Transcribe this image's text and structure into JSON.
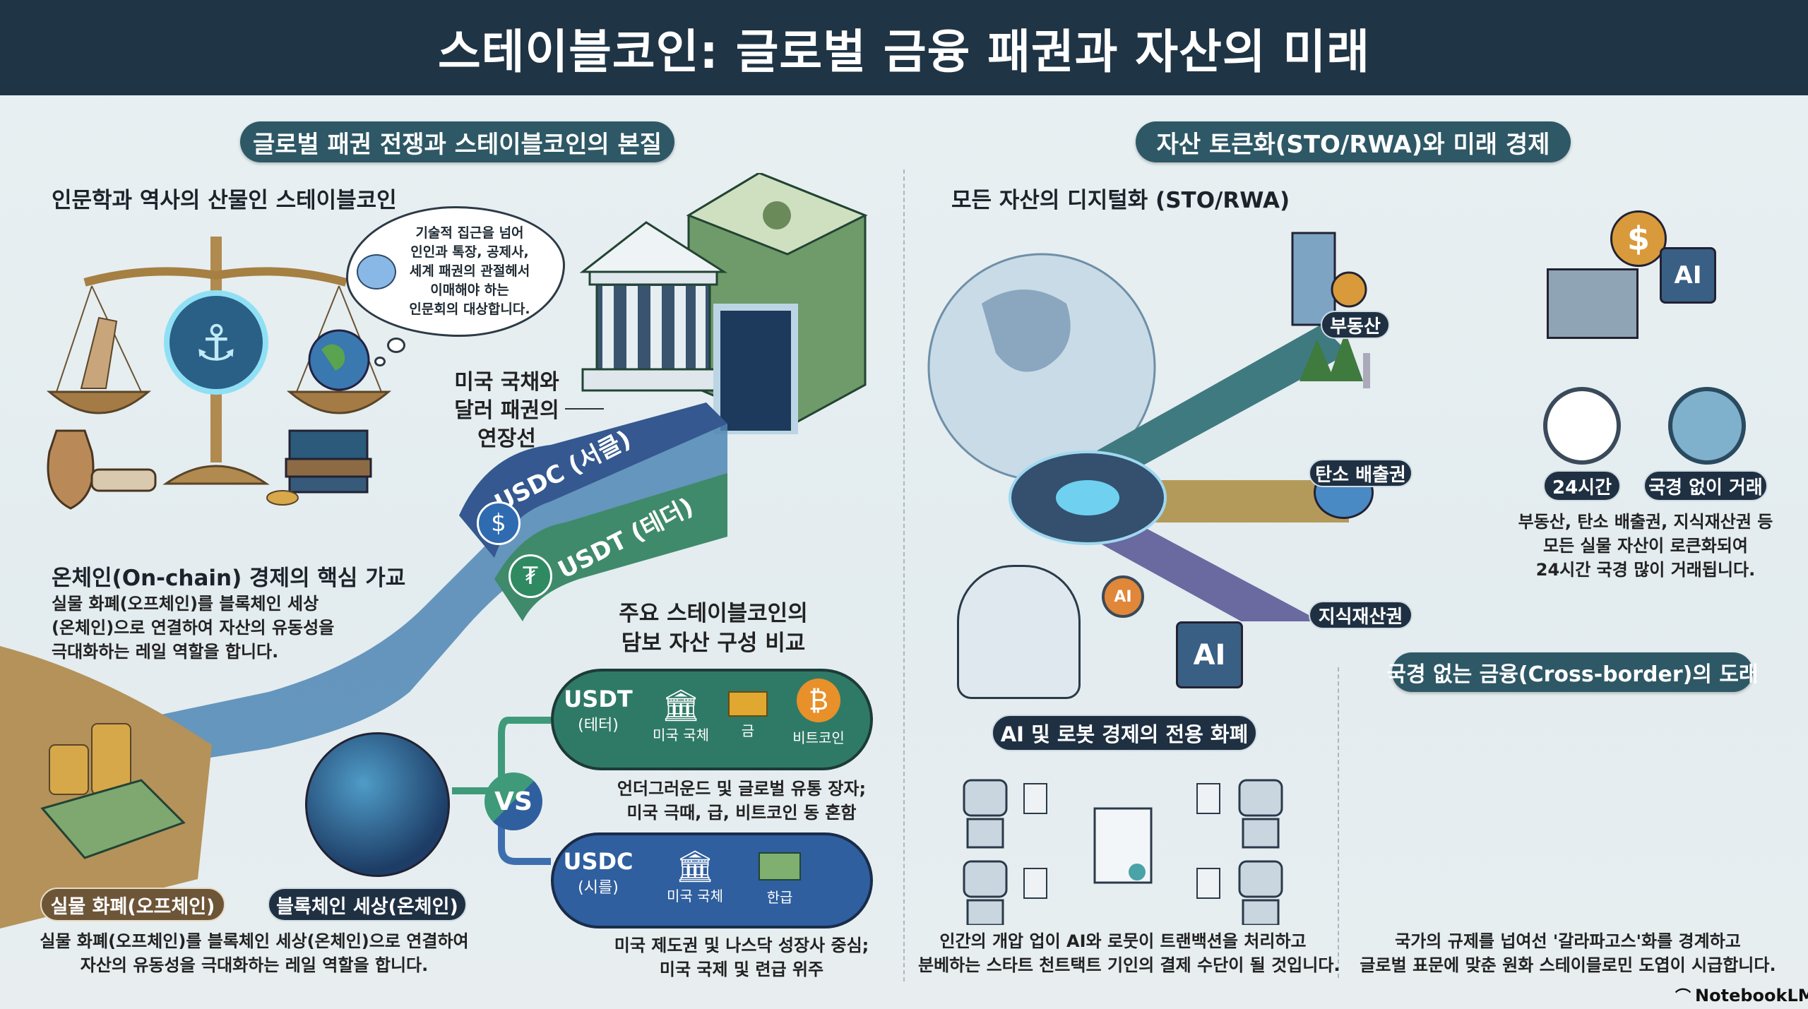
{
  "header": {
    "title": "스테이블코인: 글로벌 금융 패권과 자산의 미래"
  },
  "left": {
    "section_title": "글로벌 패권 전쟁과 스테이블코인의 본질",
    "humanities": {
      "title": "인문학과 역사의 산물인 스테이블코인",
      "bubble_lines": [
        "기술적 집근을 넘어",
        "인인과 톡장, 공제사,",
        "세계 패권의 관절헤서",
        "이매해야 하는",
        "인문회의 대상합니다."
      ]
    },
    "dollar_lines": [
      "미국 국채와",
      "달러 패권의",
      "연장선"
    ],
    "paths": {
      "usdc": "USDC (서클)",
      "usdt": "USDT (테더)"
    },
    "onchain": {
      "title": "온체인(On-chain) 경제의 핵심 가교",
      "desc_lines": [
        "실물 화폐(오프체인)를 블록체인 세상",
        "(온체인)으로 연결하여 자산의 유동성을",
        "극대화하는 레일 역할을 합니다."
      ]
    },
    "labels": {
      "offchain": "실물 화폐(오프체인)",
      "onchain": "블록체인 세상(온체인)"
    },
    "bottom_lines": [
      "실물 화폐(오프체인)를 블록체인 세상(온체인)으로 연결하여",
      "자산의 유동성을 극대화하는 레일 역할을 합니다."
    ],
    "comparison": {
      "title_lines": [
        "주요 스테이블코인의",
        "담보 자산 구성 비교"
      ],
      "vs": "VS",
      "usdt": {
        "name": "USDT",
        "sub": "(테터)",
        "assets": [
          "미국 국체",
          "금",
          "비트코인"
        ],
        "color": "#2f7a66",
        "desc_lines": [
          "언더그러운드 및 글로벌 유통 장자;",
          "미국 극때, 급, 비트코인 동 혼함"
        ]
      },
      "usdc": {
        "name": "USDC",
        "sub": "(시를)",
        "assets": [
          "미국 국체",
          "한급"
        ],
        "color": "#2f5f9e",
        "desc_lines": [
          "미국 제도권 및 나스닥 성장사 중심;",
          "미국 국제 및 련급 위주"
        ]
      }
    }
  },
  "right": {
    "section_title": "자산 토큰화(STO/RWA)와 미래 경제",
    "digital": {
      "title": "모든 자산의 디지털화 (STO/RWA)",
      "branches": [
        "부동산",
        "탄소 배출권",
        "지식재산권"
      ]
    },
    "chip_label": "AI",
    "coin_symbol": "$",
    "features": [
      "24시간",
      "국경 없이 거래"
    ],
    "features_desc_lines": [
      "부동산, 탄소 배출권, 지식재산권 등",
      "모든 실물 자산이 로큰화되여",
      "24시간 국경 많이 거래됩니다."
    ],
    "ai_economy": {
      "title": "AI 및 로봇 경제의 전용 화폐",
      "bottom_lines": [
        "인간의 개압 업이 AI와 로뭇이 트랜백션을 처리하고",
        "분베하는 스타트 천트택트 기인의 결제 수단이 될 것입니다."
      ]
    },
    "crossborder": {
      "title": "국경 없는 금융(Cross-border)의 도래",
      "bottom_lines": [
        "국가의 규제를 넙여선 '갈라파고스'화를 경계하고",
        "글로벌 표문에 맞춘 원화 스테이믈로민 도엽이 시급합니다."
      ]
    }
  },
  "brand": "NotebookLM"
}
